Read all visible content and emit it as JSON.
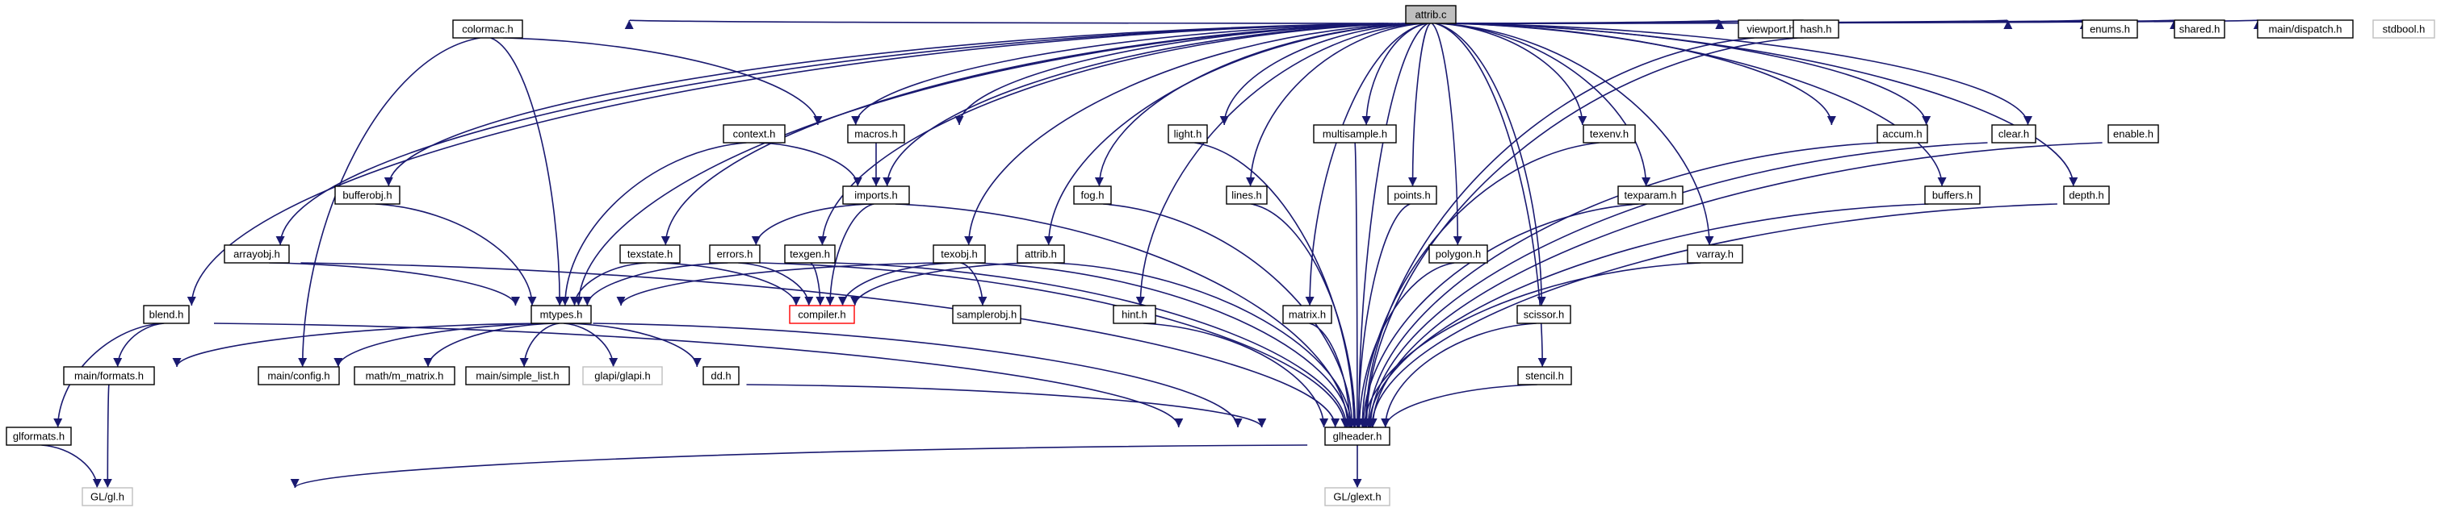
{
  "colors": {
    "edge": "#191970",
    "node_border": "#000000",
    "gray_border": "#bfbfbf",
    "red_border": "#ff0000",
    "root_fill": "#bfbfbf"
  },
  "nodes": [
    {
      "id": "attrib_c",
      "label": "attrib.c",
      "style": "root"
    },
    {
      "id": "colormac",
      "label": "colormac.h"
    },
    {
      "id": "viewport",
      "label": "viewport.h"
    },
    {
      "id": "hash",
      "label": "hash.h"
    },
    {
      "id": "enums",
      "label": "enums.h"
    },
    {
      "id": "shared",
      "label": "shared.h"
    },
    {
      "id": "maindispatch",
      "label": "main/dispatch.h"
    },
    {
      "id": "stdbool",
      "label": "stdbool.h",
      "style": "gray"
    },
    {
      "id": "context",
      "label": "context.h"
    },
    {
      "id": "macros",
      "label": "macros.h"
    },
    {
      "id": "fog",
      "label": "fog.h"
    },
    {
      "id": "light",
      "label": "light.h"
    },
    {
      "id": "multisample",
      "label": "multisample.h"
    },
    {
      "id": "texenv",
      "label": "texenv.h"
    },
    {
      "id": "accum",
      "label": "accum.h"
    },
    {
      "id": "clear",
      "label": "clear.h"
    },
    {
      "id": "enable",
      "label": "enable.h"
    },
    {
      "id": "bufferobj",
      "label": "bufferobj.h"
    },
    {
      "id": "imports",
      "label": "imports.h"
    },
    {
      "id": "lines",
      "label": "lines.h"
    },
    {
      "id": "points",
      "label": "points.h"
    },
    {
      "id": "texparam",
      "label": "texparam.h"
    },
    {
      "id": "buffers",
      "label": "buffers.h"
    },
    {
      "id": "depth",
      "label": "depth.h"
    },
    {
      "id": "arrayobj",
      "label": "arrayobj.h"
    },
    {
      "id": "texstate",
      "label": "texstate.h"
    },
    {
      "id": "errors",
      "label": "errors.h"
    },
    {
      "id": "texgen",
      "label": "texgen.h"
    },
    {
      "id": "texobj",
      "label": "texobj.h"
    },
    {
      "id": "attrib_h",
      "label": "attrib.h"
    },
    {
      "id": "polygon",
      "label": "polygon.h"
    },
    {
      "id": "varray",
      "label": "varray.h"
    },
    {
      "id": "blend",
      "label": "blend.h"
    },
    {
      "id": "mtypes",
      "label": "mtypes.h"
    },
    {
      "id": "compiler",
      "label": "compiler.h",
      "style": "red"
    },
    {
      "id": "samplerobj",
      "label": "samplerobj.h"
    },
    {
      "id": "hint",
      "label": "hint.h"
    },
    {
      "id": "matrix",
      "label": "matrix.h"
    },
    {
      "id": "scissor",
      "label": "scissor.h"
    },
    {
      "id": "mainformats",
      "label": "main/formats.h"
    },
    {
      "id": "mainconfig",
      "label": "main/config.h"
    },
    {
      "id": "mathmmatrix",
      "label": "math/m_matrix.h"
    },
    {
      "id": "mainsimplelist",
      "label": "main/simple_list.h"
    },
    {
      "id": "glapi",
      "label": "glapi/glapi.h",
      "style": "gray"
    },
    {
      "id": "dd",
      "label": "dd.h"
    },
    {
      "id": "stencil",
      "label": "stencil.h"
    },
    {
      "id": "glformats",
      "label": "glformats.h"
    },
    {
      "id": "glheader",
      "label": "glheader.h"
    },
    {
      "id": "glgl",
      "label": "GL/gl.h",
      "style": "gray"
    },
    {
      "id": "glglext",
      "label": "GL/glext.h",
      "style": "gray"
    }
  ],
  "edges": [
    [
      "attrib_c",
      "glheader"
    ],
    [
      "attrib_c",
      "imports"
    ],
    [
      "attrib_c",
      "accum"
    ],
    [
      "attrib_c",
      "arrayobj"
    ],
    [
      "attrib_c",
      "attrib_h"
    ],
    [
      "attrib_c",
      "blend"
    ],
    [
      "attrib_c",
      "buffers"
    ],
    [
      "attrib_c",
      "bufferobj"
    ],
    [
      "attrib_c",
      "clear"
    ],
    [
      "attrib_c",
      "colormac"
    ],
    [
      "attrib_c",
      "context"
    ],
    [
      "attrib_c",
      "depth"
    ],
    [
      "attrib_c",
      "enable"
    ],
    [
      "attrib_c",
      "enums"
    ],
    [
      "attrib_c",
      "fog"
    ],
    [
      "attrib_c",
      "hint"
    ],
    [
      "attrib_c",
      "light"
    ],
    [
      "attrib_c",
      "lines"
    ],
    [
      "attrib_c",
      "macros"
    ],
    [
      "attrib_c",
      "matrix"
    ],
    [
      "attrib_c",
      "multisample"
    ],
    [
      "attrib_c",
      "points"
    ],
    [
      "attrib_c",
      "polygon"
    ],
    [
      "attrib_c",
      "shared"
    ],
    [
      "attrib_c",
      "scissor"
    ],
    [
      "attrib_c",
      "stencil"
    ],
    [
      "attrib_c",
      "texenv"
    ],
    [
      "attrib_c",
      "texgen"
    ],
    [
      "attrib_c",
      "texobj"
    ],
    [
      "attrib_c",
      "texparam"
    ],
    [
      "attrib_c",
      "texstate"
    ],
    [
      "attrib_c",
      "varray"
    ],
    [
      "attrib_c",
      "viewport"
    ],
    [
      "attrib_c",
      "mtypes"
    ],
    [
      "attrib_c",
      "hash"
    ],
    [
      "attrib_c",
      "maindispatch"
    ],
    [
      "attrib_c",
      "stdbool"
    ],
    [
      "colormac",
      "mainconfig"
    ],
    [
      "colormac",
      "macros"
    ],
    [
      "colormac",
      "mtypes"
    ],
    [
      "context",
      "imports"
    ],
    [
      "context",
      "mtypes"
    ],
    [
      "macros",
      "imports"
    ],
    [
      "imports",
      "compiler"
    ],
    [
      "imports",
      "glheader"
    ],
    [
      "imports",
      "errors"
    ],
    [
      "errors",
      "compiler"
    ],
    [
      "errors",
      "glheader"
    ],
    [
      "errors",
      "mtypes"
    ],
    [
      "texgen",
      "compiler"
    ],
    [
      "texgen",
      "glheader"
    ],
    [
      "texobj",
      "compiler"
    ],
    [
      "texobj",
      "glheader"
    ],
    [
      "texobj",
      "mtypes"
    ],
    [
      "texobj",
      "samplerobj"
    ],
    [
      "attrib_h",
      "compiler"
    ],
    [
      "attrib_h",
      "glheader"
    ],
    [
      "texstate",
      "compiler"
    ],
    [
      "texstate",
      "mtypes"
    ],
    [
      "bufferobj",
      "mtypes"
    ],
    [
      "arrayobj",
      "glheader"
    ],
    [
      "arrayobj",
      "mtypes"
    ],
    [
      "blend",
      "glheader"
    ],
    [
      "blend",
      "mainformats"
    ],
    [
      "blend",
      "glformats"
    ],
    [
      "mtypes",
      "glheader"
    ],
    [
      "mtypes",
      "mainconfig"
    ],
    [
      "mtypes",
      "glapi"
    ],
    [
      "mtypes",
      "mathmmatrix"
    ],
    [
      "mtypes",
      "mainsimplelist"
    ],
    [
      "mtypes",
      "mainformats"
    ],
    [
      "mtypes",
      "dd"
    ],
    [
      "mainformats",
      "glgl"
    ],
    [
      "glformats",
      "glgl"
    ],
    [
      "dd",
      "glheader"
    ],
    [
      "fog",
      "glheader"
    ],
    [
      "light",
      "glheader"
    ],
    [
      "lines",
      "glheader"
    ],
    [
      "multisample",
      "glheader"
    ],
    [
      "points",
      "glheader"
    ],
    [
      "polygon",
      "glheader"
    ],
    [
      "hint",
      "glheader"
    ],
    [
      "matrix",
      "glheader"
    ],
    [
      "scissor",
      "glheader"
    ],
    [
      "stencil",
      "glheader"
    ],
    [
      "texenv",
      "glheader"
    ],
    [
      "texparam",
      "glheader"
    ],
    [
      "varray",
      "glheader"
    ],
    [
      "viewport",
      "glheader"
    ],
    [
      "hash",
      "glheader"
    ],
    [
      "accum",
      "glheader"
    ],
    [
      "clear",
      "glheader"
    ],
    [
      "buffers",
      "glheader"
    ],
    [
      "depth",
      "glheader"
    ],
    [
      "enable",
      "glheader"
    ],
    [
      "glheader",
      "glgl"
    ],
    [
      "glheader",
      "glglext"
    ]
  ]
}
